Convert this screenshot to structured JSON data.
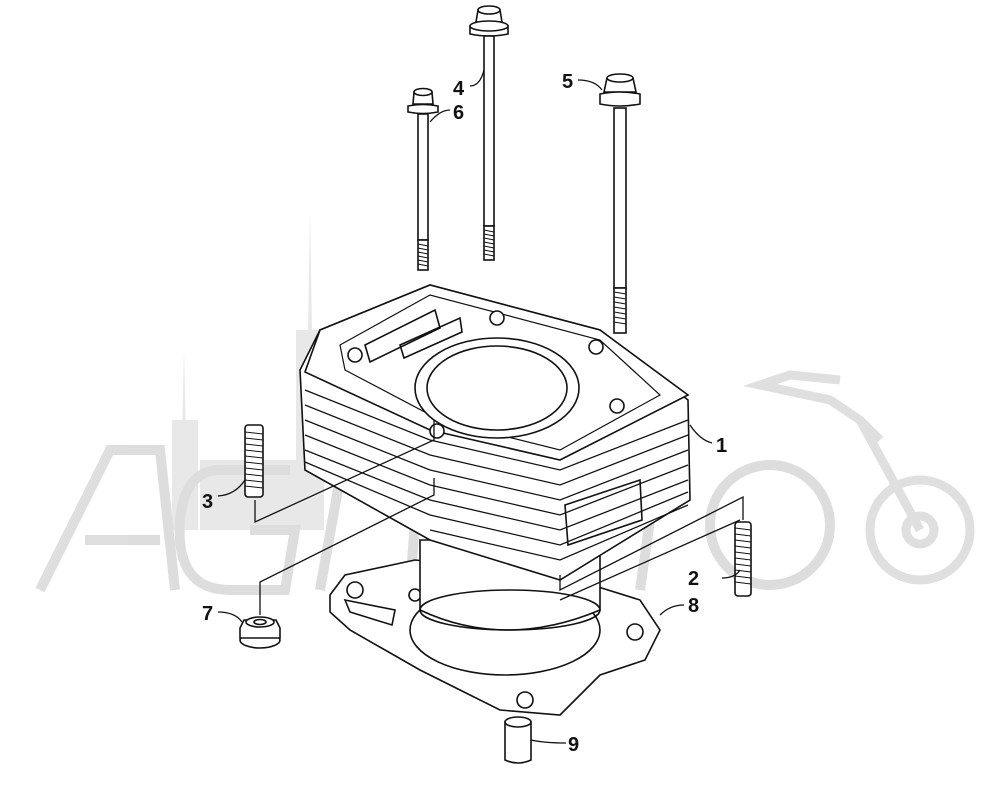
{
  "watermark": {
    "text": "AGRIMOTO",
    "color": "#e3e3e3"
  },
  "diagram": {
    "line_color": "#111111",
    "callouts": [
      {
        "id": "1",
        "label": "1",
        "part": "cylinder"
      },
      {
        "id": "2",
        "label": "2",
        "part": "stud-right"
      },
      {
        "id": "3",
        "label": "3",
        "part": "stud-left"
      },
      {
        "id": "4",
        "label": "4",
        "part": "bolt-long-center"
      },
      {
        "id": "5",
        "label": "5",
        "part": "bolt-long-right"
      },
      {
        "id": "6",
        "label": "6",
        "part": "bolt-long-left"
      },
      {
        "id": "7",
        "label": "7",
        "part": "flange-nut"
      },
      {
        "id": "8",
        "label": "8",
        "part": "base-gasket"
      },
      {
        "id": "9",
        "label": "9",
        "part": "dowel-pin"
      }
    ]
  }
}
